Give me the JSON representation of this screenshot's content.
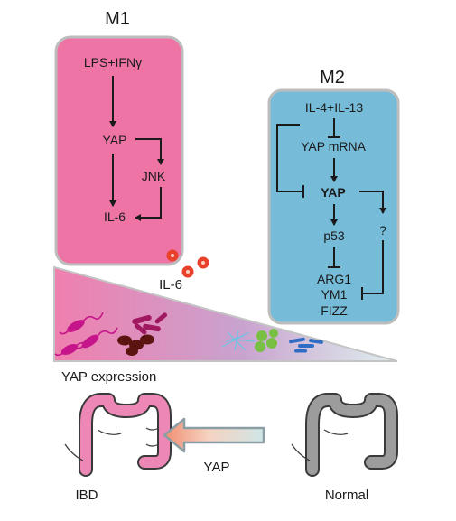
{
  "m1": {
    "title": "M1",
    "title_color": "#e23b48",
    "box_fill": "#ee74a6",
    "box_stroke": "#bdbdbd",
    "nodes": {
      "stimulus": "LPS+IFNγ",
      "yap": "YAP",
      "jnk": "JNK",
      "il6": "IL-6"
    }
  },
  "m2": {
    "title": "M2",
    "title_color": "#3f73b6",
    "box_fill": "#76bcd9",
    "box_stroke": "#bdbdbd",
    "nodes": {
      "stimulus": "IL-4+IL-13",
      "yap_mrna": "YAP mRNA",
      "yap": "YAP",
      "p53": "p53",
      "unknown": "?",
      "arg1": "ARG1",
      "ym1": "YM1",
      "fizz": "FIZZ"
    }
  },
  "secreted": {
    "label": "IL-6",
    "dot_color": "#e8412c"
  },
  "gradient": {
    "label": "YAP expression",
    "start_color": "#ef7fae",
    "end_color": "#dff0ef"
  },
  "bottom": {
    "arrow_label": "YAP",
    "left_label": "IBD",
    "right_label": "Normal",
    "ibd_color": "#ec87b6",
    "normal_color": "#9c9c9c"
  },
  "icons": [
    "bacteria-icon",
    "rod-bacteria-icon",
    "red-blood-cell-icon",
    "fiber-icon",
    "green-cell-icon",
    "blue-rod-icon",
    "ibd-colon-icon",
    "normal-colon-icon",
    "progression-arrow-icon"
  ]
}
